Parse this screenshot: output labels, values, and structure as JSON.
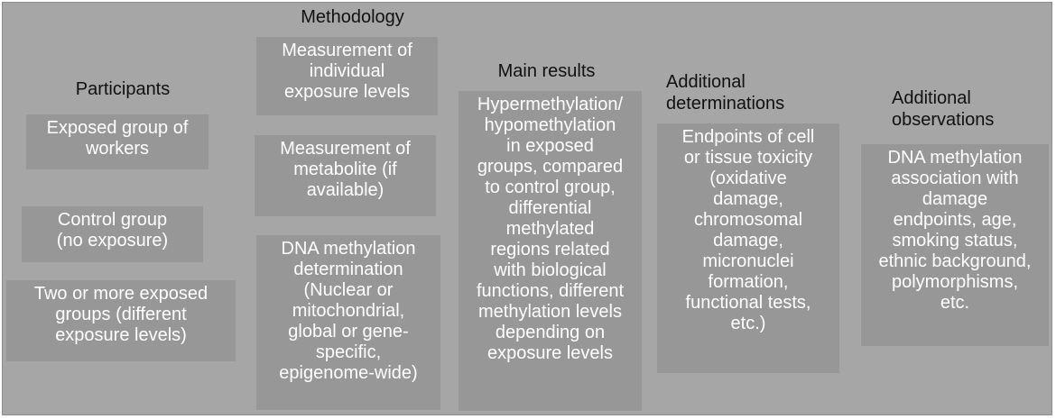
{
  "colors": {
    "background": "#a6a6a6",
    "box_fill": "#979797",
    "box_text": "#ffffff",
    "heading_text": "#111111"
  },
  "columns": {
    "participants": {
      "heading": "Participants",
      "boxes": [
        "Exposed group of\nworkers",
        "Control group\n(no exposure)",
        "Two or more exposed\ngroups (different\nexposure levels)"
      ]
    },
    "methodology": {
      "heading": "Methodology",
      "boxes": [
        "Measurement of\nindividual\nexposure levels",
        "Measurement of\nmetabolite (if\navailable)",
        "DNA methylation\ndetermination\n(Nuclear or\nmitochondrial,\nglobal or gene-\nspecific,\nepigenome-wide)"
      ]
    },
    "main_results": {
      "heading": "Main results",
      "boxes": [
        "Hypermethylation/\nhypomethylation\nin exposed\ngroups, compared\nto control group,\ndifferential\nmethylated\nregions related\nwith biological\nfunctions, different\nmethylation levels\ndepending on\nexposure levels"
      ]
    },
    "additional_determinations": {
      "heading": "Additional\ndeterminations",
      "boxes": [
        "Endpoints of cell\nor tissue toxicity\n(oxidative\ndamage,\nchromosomal\ndamage,\nmicronuclei\nformation,\nfunctional tests,\netc.)"
      ]
    },
    "additional_observations": {
      "heading": "Additional\nobservations",
      "boxes": [
        "DNA methylation\nassociation with\ndamage\nendpoints, age,\nsmoking status,\nethnic background,\npolymorphisms,\netc."
      ]
    }
  }
}
